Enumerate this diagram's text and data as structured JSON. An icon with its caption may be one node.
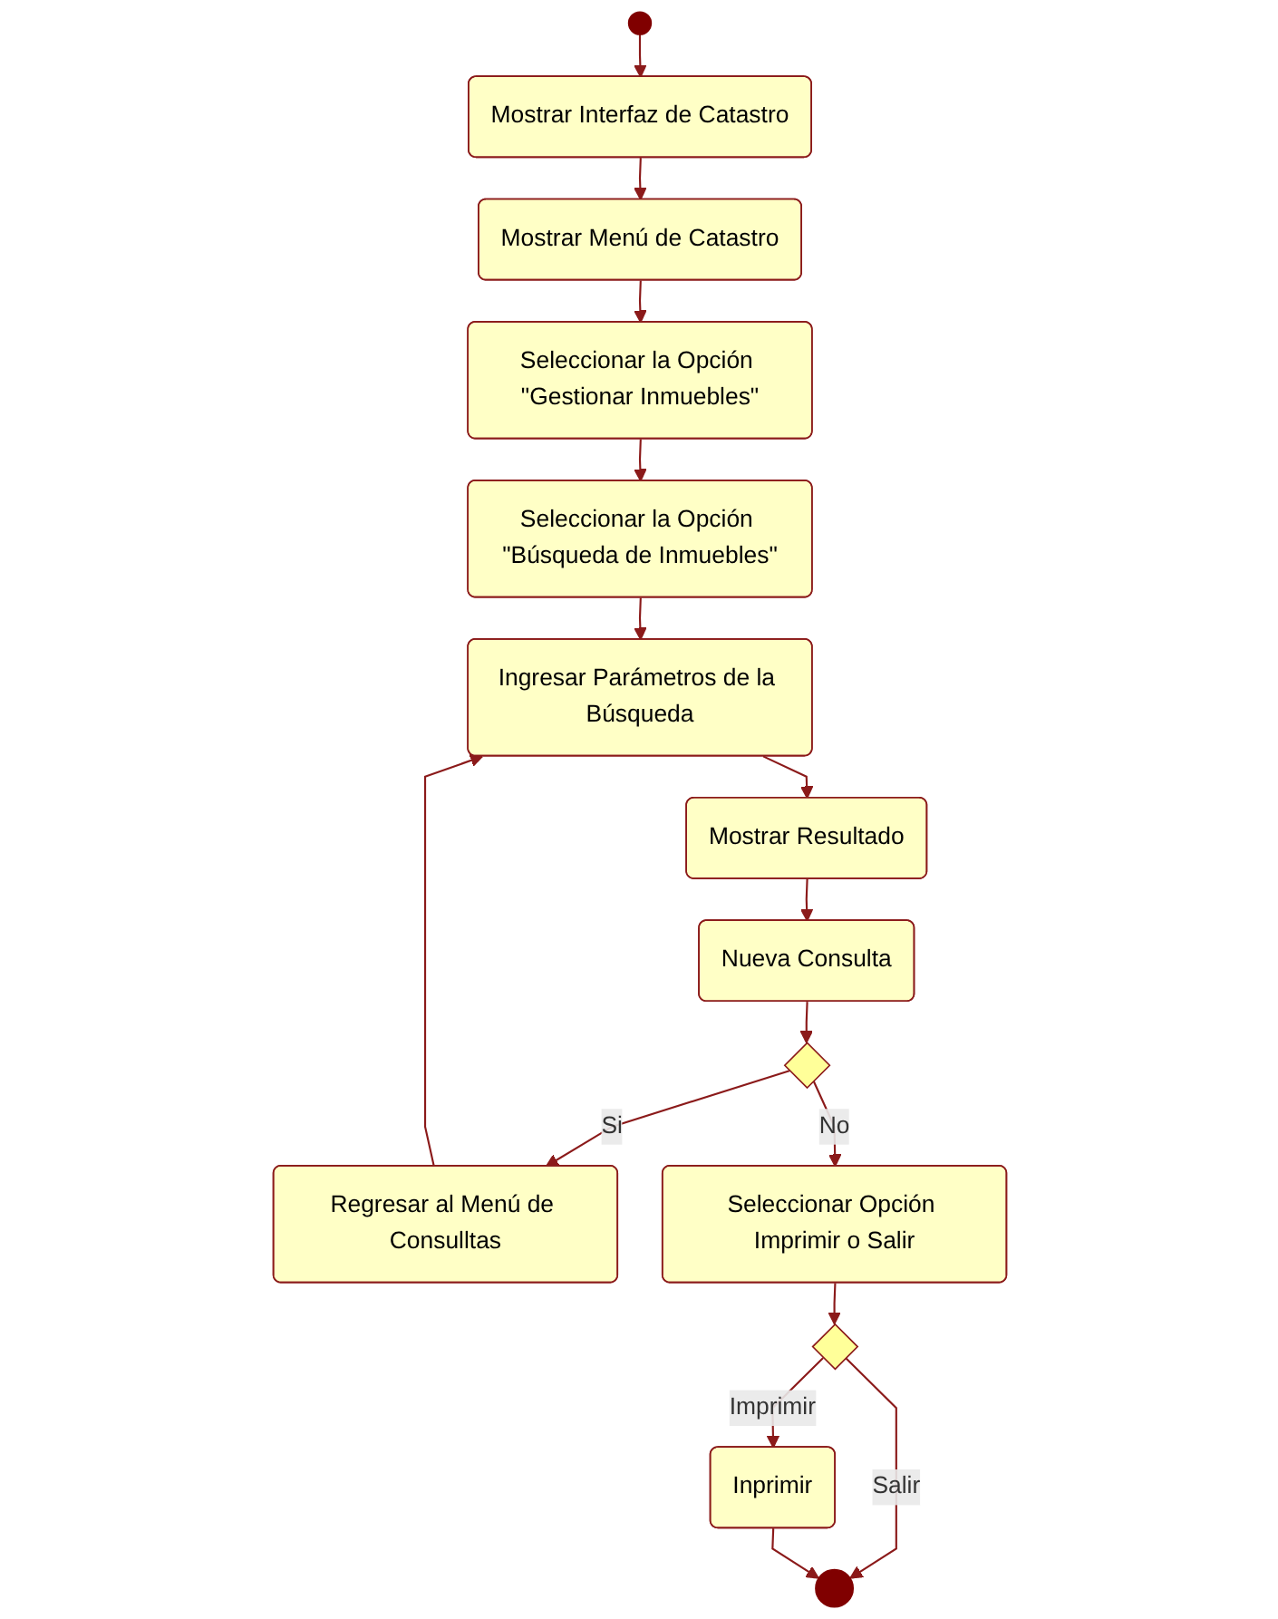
{
  "diagram": {
    "nodes": [
      {
        "text": [],
        "shape": "circle"
      },
      {
        "text": [
          "Mostrar Interfaz de Catastro"
        ]
      },
      {
        "text": [
          "Mostrar Menú de Catastro"
        ]
      },
      {
        "text": [
          "Seleccionar la Opción \"Gestionar Inmuebles\""
        ]
      },
      {
        "text": [
          "Seleccionar la Opción \"Búsqueda de Inmuebles\""
        ]
      },
      {
        "text": [
          "Ingresar Parámetros de la Búsqueda"
        ]
      },
      {
        "text": [
          "Mostrar Resultado"
        ]
      },
      {
        "text": [
          "Nueva Consulta"
        ]
      },
      {
        "text": [],
        "shape": "diamond"
      },
      {
        "text": [
          "Regresar al Menú de Consulltas"
        ]
      },
      {
        "text": [
          "Seleccionar Opción Imprimir o Salir"
        ]
      },
      {
        "text": [],
        "shape": "diamond"
      },
      {
        "text": [
          "Inprimir"
        ]
      },
      {
        "text": [],
        "shape": "circle"
      }
    ],
    "edges": [
      {
        "from": 0,
        "to": 1,
        "arrow": "to"
      },
      {
        "from": 1,
        "to": 2,
        "arrow": "to"
      },
      {
        "from": 2,
        "to": 3,
        "arrow": "to"
      },
      {
        "from": 3,
        "to": 4,
        "arrow": "to"
      },
      {
        "from": 4,
        "to": 5,
        "arrow": "to"
      },
      {
        "from": 5,
        "to": 6,
        "arrow": "to"
      },
      {
        "from": 6,
        "to": 7,
        "arrow": "to"
      },
      {
        "from": 7,
        "to": 8,
        "arrow": "to"
      },
      {
        "from": 8,
        "to": 9,
        "arrow": "to",
        "label": "Si"
      },
      {
        "from": 9,
        "to": 5,
        "arrow": "to"
      },
      {
        "from": 8,
        "to": 10,
        "arrow": "to",
        "label": "No"
      },
      {
        "from": 10,
        "to": 11,
        "arrow": "to"
      },
      {
        "from": 11,
        "to": 12,
        "arrow": "to",
        "label": "Imprimir"
      },
      {
        "from": 11,
        "to": 13,
        "arrow": "to",
        "label": "Salir"
      },
      {
        "from": 12,
        "to": 13,
        "arrow": "to"
      }
    ]
  }
}
